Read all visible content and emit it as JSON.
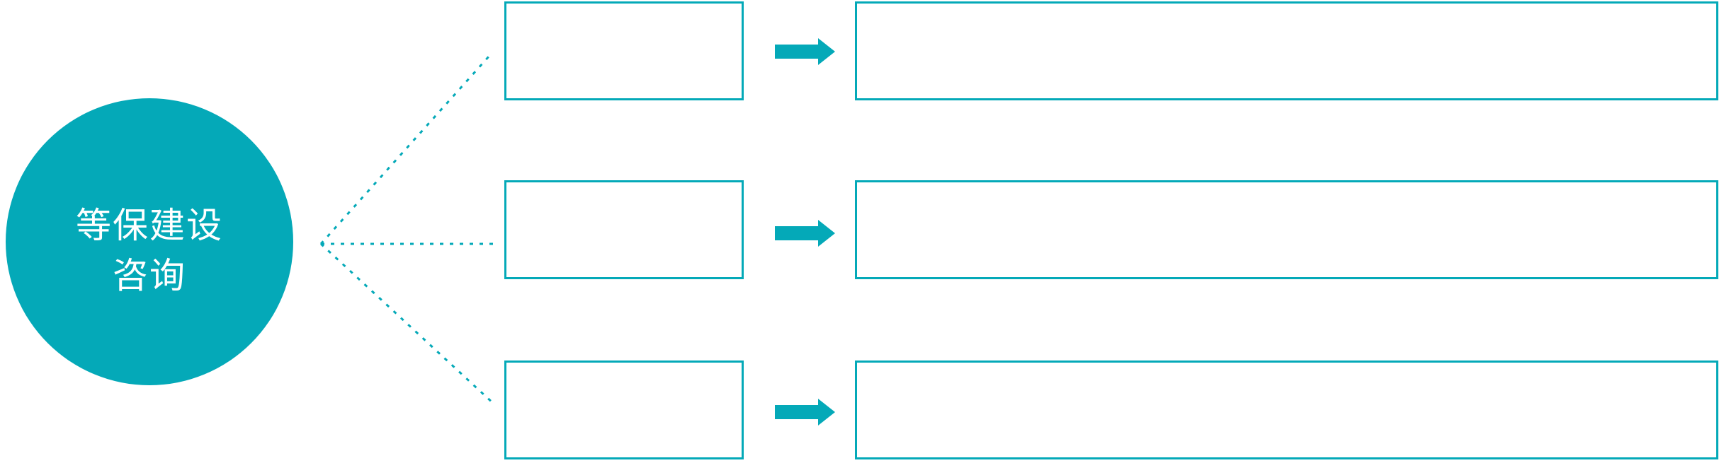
{
  "diagram": {
    "root_node": {
      "line1": "等保建设",
      "line2": "咨询"
    },
    "rows": [
      {
        "stage_label": "",
        "detail_label": ""
      },
      {
        "stage_label": "",
        "detail_label": ""
      },
      {
        "stage_label": "",
        "detail_label": ""
      }
    ],
    "icons": {
      "arrow": "right-block-arrow"
    },
    "colors": {
      "teal": "#04A9B8",
      "box_fill": "#FFFFFF",
      "text": "#FFFFFF"
    }
  }
}
